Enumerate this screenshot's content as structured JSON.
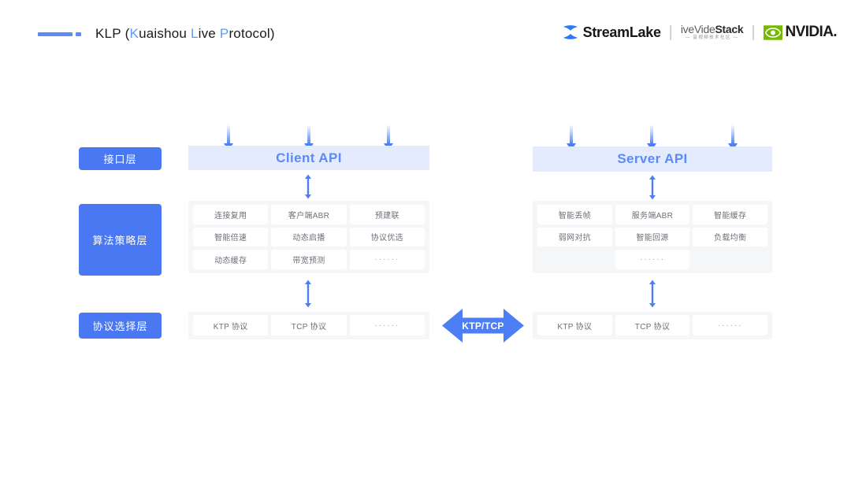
{
  "header": {
    "title_main": "KLP",
    "title_paren_open": "(",
    "title_accent_1": "K",
    "title_rest_1": "uaishou ",
    "title_accent_2": "L",
    "title_rest_2": "ive ",
    "title_accent_3": "P",
    "title_rest_3": "rotocol",
    "title_paren_close": ")",
    "accent_color": "#5b9bf8",
    "rule_color": "#5b8bf7",
    "logos": {
      "streamlake": "StreamLake",
      "separator": "|",
      "livevideostack_light": "iveVide",
      "livevideostack_bold": "Stack",
      "livevideostack_sub": "— 音视频技术社区 —",
      "nvidia": "NVIDIA."
    }
  },
  "diagram": {
    "layer_labels": [
      {
        "id": "interface",
        "text": "接口层"
      },
      {
        "id": "algorithm",
        "text": "算法策略层"
      },
      {
        "id": "protocol",
        "text": "协议选择层"
      }
    ],
    "client": {
      "api_title": "Client API",
      "algorithms": [
        [
          "连接复用",
          "客户端ABR",
          "预建联"
        ],
        [
          "智能倍速",
          "动态启播",
          "协议优选"
        ],
        [
          "动态缓存",
          "带宽预测",
          "······"
        ]
      ],
      "protocols": [
        "KTP 协议",
        "TCP 协议",
        "······"
      ]
    },
    "server": {
      "api_title": "Server API",
      "algorithms": [
        [
          "智能丢帧",
          "服务端ABR",
          "智能缓存"
        ],
        [
          "弱网对抗",
          "智能回源",
          "负载均衡"
        ],
        [
          "",
          "······",
          ""
        ]
      ],
      "protocols": [
        "KTP 协议",
        "TCP 协议",
        "······"
      ]
    },
    "center_arrow_label": "KTP/TCP",
    "colors": {
      "brand_blue": "#4a78f2",
      "api_bar_bg": "#e4ebfd",
      "api_text": "#5b8bf7",
      "panel_bg": "#f5f6f8",
      "cell_bg": "#ffffff",
      "cell_text": "#6c7079",
      "arrow_blue": "#4d7ef5"
    }
  }
}
